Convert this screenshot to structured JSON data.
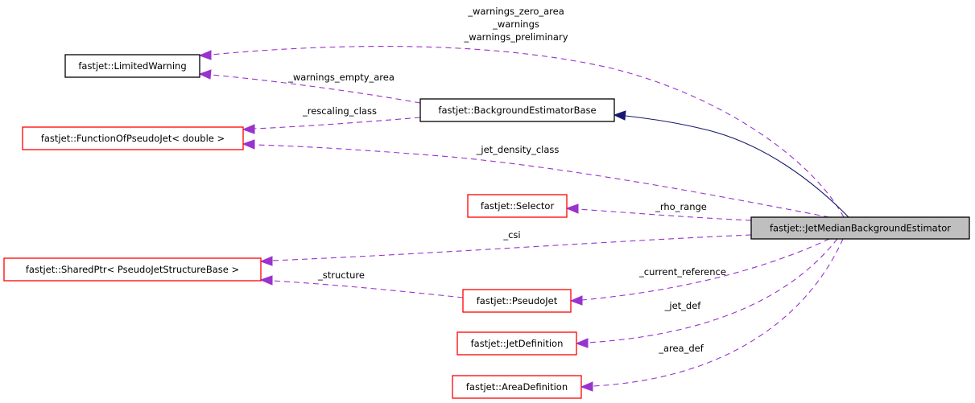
{
  "diagram": {
    "type": "collaboration-graph",
    "nodes": {
      "limited_warning": {
        "label": "fastjet::LimitedWarning",
        "style": "documented"
      },
      "background_estimator_base": {
        "label": "fastjet::BackgroundEstimatorBase",
        "style": "documented"
      },
      "function_of_pseudojet": {
        "label": "fastjet::FunctionOfPseudoJet< double >",
        "style": "undocumented"
      },
      "selector": {
        "label": "fastjet::Selector",
        "style": "undocumented"
      },
      "jet_median_bge": {
        "label": "fastjet::JetMedianBackgroundEstimator",
        "style": "current"
      },
      "shared_ptr": {
        "label": "fastjet::SharedPtr< PseudoJetStructureBase >",
        "style": "undocumented"
      },
      "pseudojet": {
        "label": "fastjet::PseudoJet",
        "style": "undocumented"
      },
      "jet_definition": {
        "label": "fastjet::JetDefinition",
        "style": "undocumented"
      },
      "area_definition": {
        "label": "fastjet::AreaDefinition",
        "style": "undocumented"
      }
    },
    "edges": [
      {
        "from": "jet_median_bge",
        "to": "limited_warning",
        "kind": "usage",
        "labels": [
          "_warnings_zero_area",
          "_warnings",
          "_warnings_preliminary"
        ]
      },
      {
        "from": "background_estimator_base",
        "to": "limited_warning",
        "kind": "usage",
        "labels": [
          "_warnings_empty_area"
        ]
      },
      {
        "from": "background_estimator_base",
        "to": "function_of_pseudojet",
        "kind": "usage",
        "labels": [
          "_rescaling_class"
        ]
      },
      {
        "from": "jet_median_bge",
        "to": "background_estimator_base",
        "kind": "inheritance",
        "labels": []
      },
      {
        "from": "jet_median_bge",
        "to": "function_of_pseudojet",
        "kind": "usage",
        "labels": [
          "_jet_density_class"
        ]
      },
      {
        "from": "jet_median_bge",
        "to": "selector",
        "kind": "usage",
        "labels": [
          "_rho_range"
        ]
      },
      {
        "from": "jet_median_bge",
        "to": "shared_ptr",
        "kind": "usage",
        "labels": [
          "_csi"
        ]
      },
      {
        "from": "pseudojet",
        "to": "shared_ptr",
        "kind": "usage",
        "labels": [
          "_structure"
        ]
      },
      {
        "from": "jet_median_bge",
        "to": "pseudojet",
        "kind": "usage",
        "labels": [
          "_current_reference"
        ]
      },
      {
        "from": "jet_median_bge",
        "to": "jet_definition",
        "kind": "usage",
        "labels": [
          "_jet_def"
        ]
      },
      {
        "from": "jet_median_bge",
        "to": "area_definition",
        "kind": "usage",
        "labels": [
          "_area_def"
        ]
      }
    ],
    "colors": {
      "usage_edge": "#9a32cd",
      "inheritance_edge": "#191970",
      "documented_border": "#000000",
      "undocumented_border": "#ff0000",
      "current_fill": "#bfbfbf"
    }
  }
}
